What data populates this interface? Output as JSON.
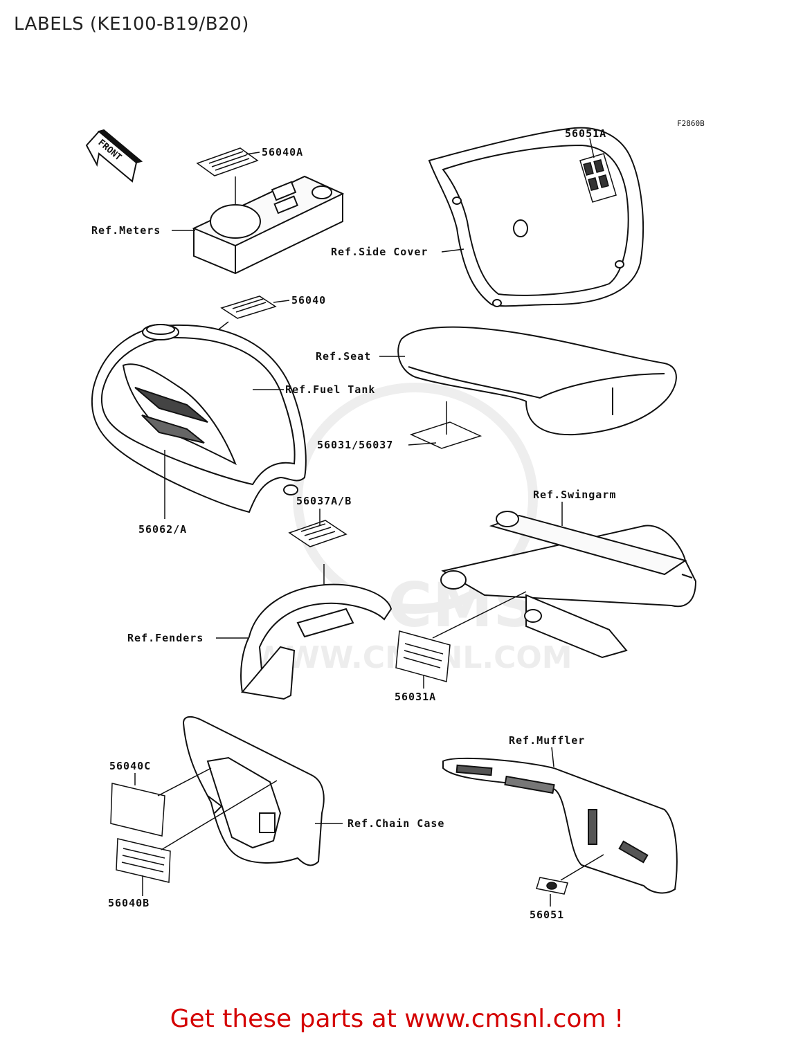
{
  "title": "LABELS (KE100-B19/B20)",
  "figure_code": "F2860B",
  "front_label": "FRONT",
  "watermark": {
    "logo": "CMS",
    "url": "WWW.CMSNL.COM"
  },
  "callouts": {
    "p56040A": "56040A",
    "meters": "Ref.Meters",
    "p56051A": "56051A",
    "side_cover": "Ref.Side Cover",
    "p56040": "56040",
    "seat": "Ref.Seat",
    "fuel_tank": "Ref.Fuel Tank",
    "p56031_56037": "56031/56037",
    "p56037AB": "56037A/B",
    "p56062A": "56062/A",
    "swingarm": "Ref.Swingarm",
    "fenders": "Ref.Fenders",
    "p56031A": "56031A",
    "muffler": "Ref.Muffler",
    "p56040C": "56040C",
    "chain_case": "Ref.Chain Case",
    "p56040B": "56040B",
    "p56051": "56051"
  },
  "footer": "Get these parts at www.cmsnl.com !"
}
